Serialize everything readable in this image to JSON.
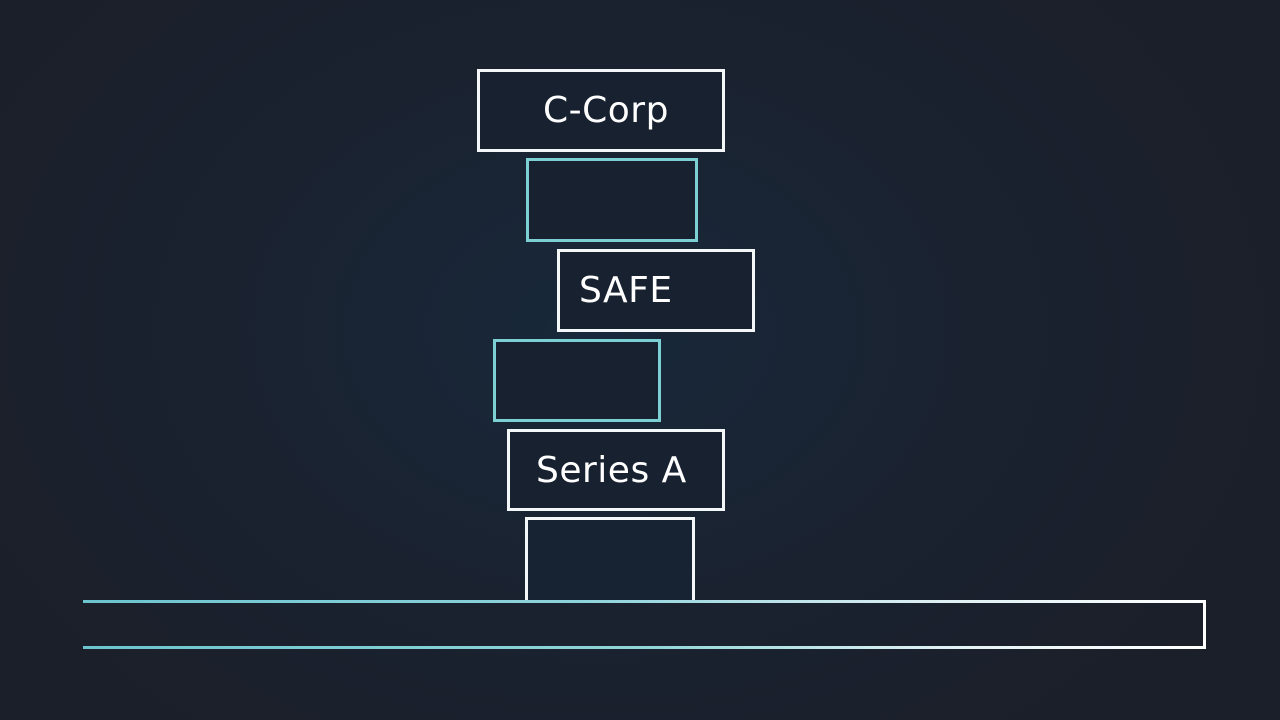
{
  "diagram": {
    "title": "",
    "blocks": [
      {
        "id": "c-corp",
        "label": "C-Corp",
        "border_color": "#f4f7f8"
      },
      {
        "id": "teal-1",
        "label": "",
        "border_color": "#7ccfd2"
      },
      {
        "id": "safe",
        "label": "SAFE",
        "border_color": "#f4f7f8"
      },
      {
        "id": "teal-2",
        "label": "",
        "border_color": "#7ccfd2"
      },
      {
        "id": "series-a",
        "label": "Series A",
        "border_color": "#f4f7f8"
      },
      {
        "id": "bottom",
        "label": "",
        "border_color": "#f4f7f8"
      }
    ],
    "base": {
      "label": "",
      "gradient": [
        "#6cc4cf",
        "#ffffff"
      ]
    }
  },
  "colors": {
    "background": "#1a2230",
    "white_stroke": "#f4f7f8",
    "teal_stroke": "#7ccfd2",
    "text": "#ffffff"
  }
}
